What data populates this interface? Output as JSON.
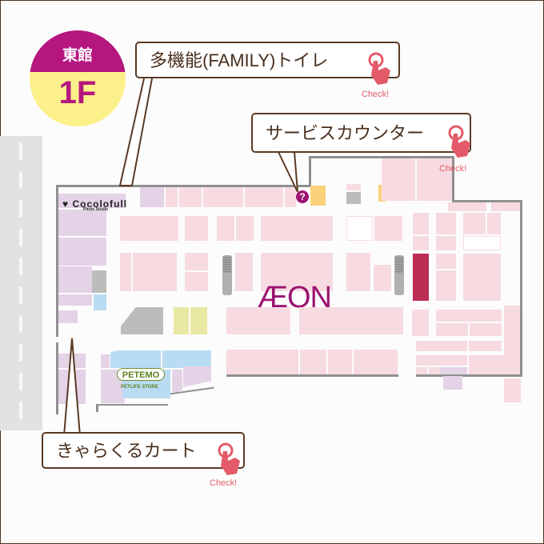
{
  "floor_badge": {
    "building": "東館",
    "floor": "1F",
    "top_color": "#b5177f",
    "bottom_color": "#fcf08a"
  },
  "callouts": [
    {
      "label": "多機能(FAMILY)トイレ",
      "action": "Check!",
      "icon": "tap-hand-icon"
    },
    {
      "label": "サービスカウンター",
      "action": "Check!",
      "icon": "tap-hand-icon"
    },
    {
      "label": "きゃらくるカート",
      "action": "Check!",
      "icon": "tap-hand-icon"
    }
  ],
  "stores": {
    "anchor": "ÆON",
    "cocolofull": {
      "name": "Cocolofull",
      "sub": "Photo Studio"
    },
    "petemo": {
      "name": "PETEMO",
      "sub": "PETLIFE STORE"
    }
  },
  "markers": {
    "service_counter": "?"
  },
  "colors": {
    "accent": "#b5177f",
    "check": "#e35a68",
    "callout_border": "#5a3a24"
  }
}
